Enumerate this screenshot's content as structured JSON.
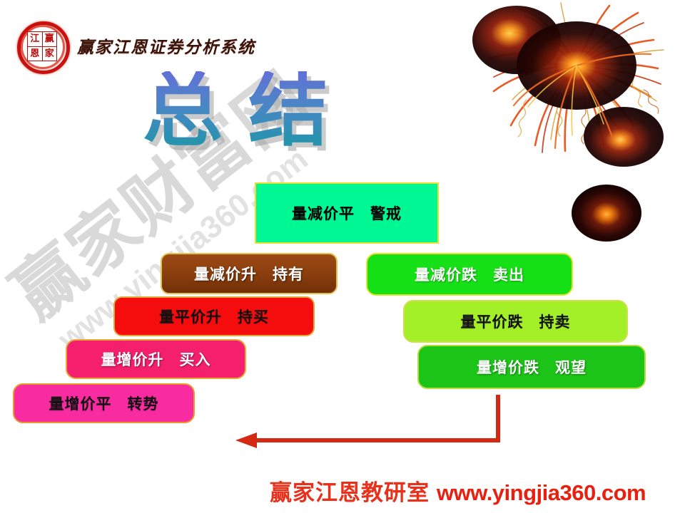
{
  "slide": {
    "title": "总结",
    "background_color": "#ffffff"
  },
  "brand": {
    "logo_chars": [
      "江",
      "赢",
      "恩",
      "家"
    ],
    "logo_name": "jiangen-seal-logo",
    "product_name": "赢家江恩证券分析系统",
    "seal_color": "#c9110e"
  },
  "watermark": {
    "line1": "赢家财富网",
    "line2": "www.yingjia360.com",
    "color": "#d9d9d9"
  },
  "decorations": {
    "fireworks_label": "fireworks-burst",
    "glow_ball_label": "glow-ellipse"
  },
  "bars": [
    {
      "id": "warn",
      "signal": "量减价平",
      "action": "警戒",
      "text": "量减价平　警戒",
      "fill": "#00f894",
      "border": "#e8e02a",
      "text_color": "#000000"
    },
    {
      "id": "hold",
      "signal": "量减价升",
      "action": "持有",
      "text": "量减价升　持有",
      "fill": "#8a3d0d",
      "border": "#e0c24a",
      "text_color": "#ffffff"
    },
    {
      "id": "sell",
      "signal": "量减价跌",
      "action": "卖出",
      "text": "量减价跌　卖出",
      "fill": "#16e016",
      "border": "#e8e02a",
      "text_color": "#ffffff"
    },
    {
      "id": "keepbuy",
      "signal": "量平价升",
      "action": "持买",
      "text": "量平价升　持买",
      "fill": "#f50c0c",
      "border": "#e0a83a",
      "text_color": "#111111"
    },
    {
      "id": "keepsell",
      "signal": "量平价跌",
      "action": "持卖",
      "text": "量平价跌　持卖",
      "fill": "#a4f028",
      "border": "#cfe04a",
      "text_color": "#111111"
    },
    {
      "id": "buy",
      "signal": "量增价升",
      "action": "买入",
      "text": "量增价升　买入",
      "fill": "#f4206e",
      "border": "#e8a83a",
      "text_color": "#ffffff"
    },
    {
      "id": "wait",
      "signal": "量增价跌",
      "action": "观望",
      "text": "量增价跌　观望",
      "fill": "#1cc417",
      "border": "#b8dc3a",
      "text_color": "#ffffff"
    },
    {
      "id": "turn",
      "signal": "量增价平",
      "action": "转势",
      "text": "量增价平　转势",
      "fill": "#f82ba0",
      "border": "#e8992a",
      "text_color": "#111111"
    }
  ],
  "arrow": {
    "name": "flow-arrow-left",
    "color": "#d42a14"
  },
  "footer": {
    "org": "赢家江恩教研室",
    "url": "www.yingjia360.com",
    "color": "#e8301a"
  }
}
